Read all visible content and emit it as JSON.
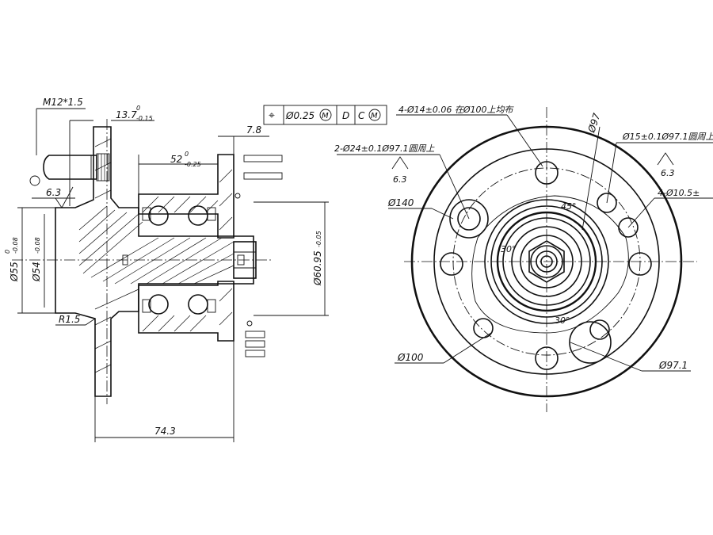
{
  "side_view": {
    "thread": "M12*1.5",
    "flange_thickness": "13.7",
    "flange_thickness_tol": "0",
    "flange_thickness_tol_low": "-0.15",
    "bearing_width": "52",
    "bearing_width_tol": "0",
    "bearing_width_tol_low": "-0.25",
    "offset": "7.8",
    "roughness": "6.3",
    "dia_pilot": "Ø55",
    "dia_pilot_tol": "0",
    "dia_pilot_tol_low": "-0.08",
    "dia_hub": "Ø54",
    "dia_hub_tol": "-0.08",
    "dia_bore": "Ø60.95",
    "dia_bore_tol": "-0.05",
    "fillet": "R1.5",
    "overall_length": "74.3"
  },
  "fcf": {
    "symbol": "⌖",
    "tolerance": "Ø0.25",
    "modifier": "M",
    "datum_1": "D",
    "datum_2": "C",
    "datum_2_modifier": "M"
  },
  "front_view": {
    "holes_note": "4-Ø14±0.06 在Ø100上均布",
    "large_holes_note": "2-Ø24±0.1Ø97.1圆周上",
    "roughness_left": "6.3",
    "dia_140": "Ø140",
    "dia_97": "Ø97",
    "holes_15_note": "Ø15±0.1Ø97.1圆周上",
    "roughness_right": "6.3",
    "holes_10_note": "4-Ø10.5±",
    "angle_45": "45°",
    "angle_30_top": "30°",
    "angle_30_bottom": "30°",
    "dia_100": "Ø100",
    "dia_97_1": "Ø97.1"
  }
}
